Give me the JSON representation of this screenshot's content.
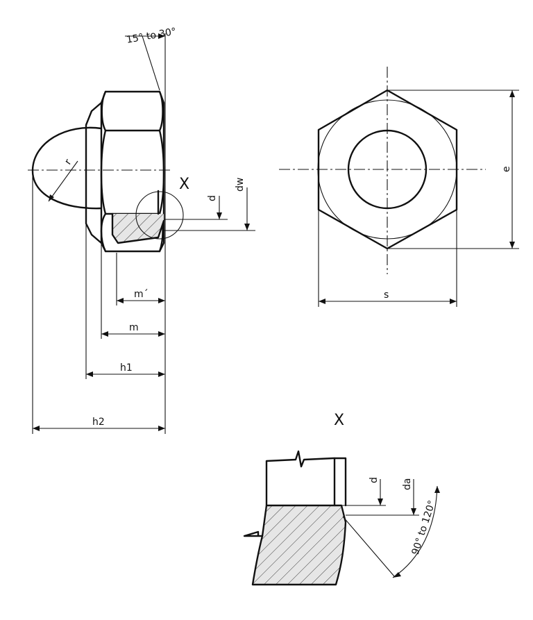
{
  "labels": {
    "angle_top": "15° to 30°",
    "r": "r",
    "x_ref": "X",
    "d_left": "d",
    "dw": "dw",
    "m_prime": "m´",
    "m": "m",
    "h1": "h1",
    "h2": "h2",
    "e": "e",
    "s": "s",
    "detail_title": "X",
    "d_detail": "d",
    "da": "da",
    "angle_detail": "90° to 120°"
  }
}
